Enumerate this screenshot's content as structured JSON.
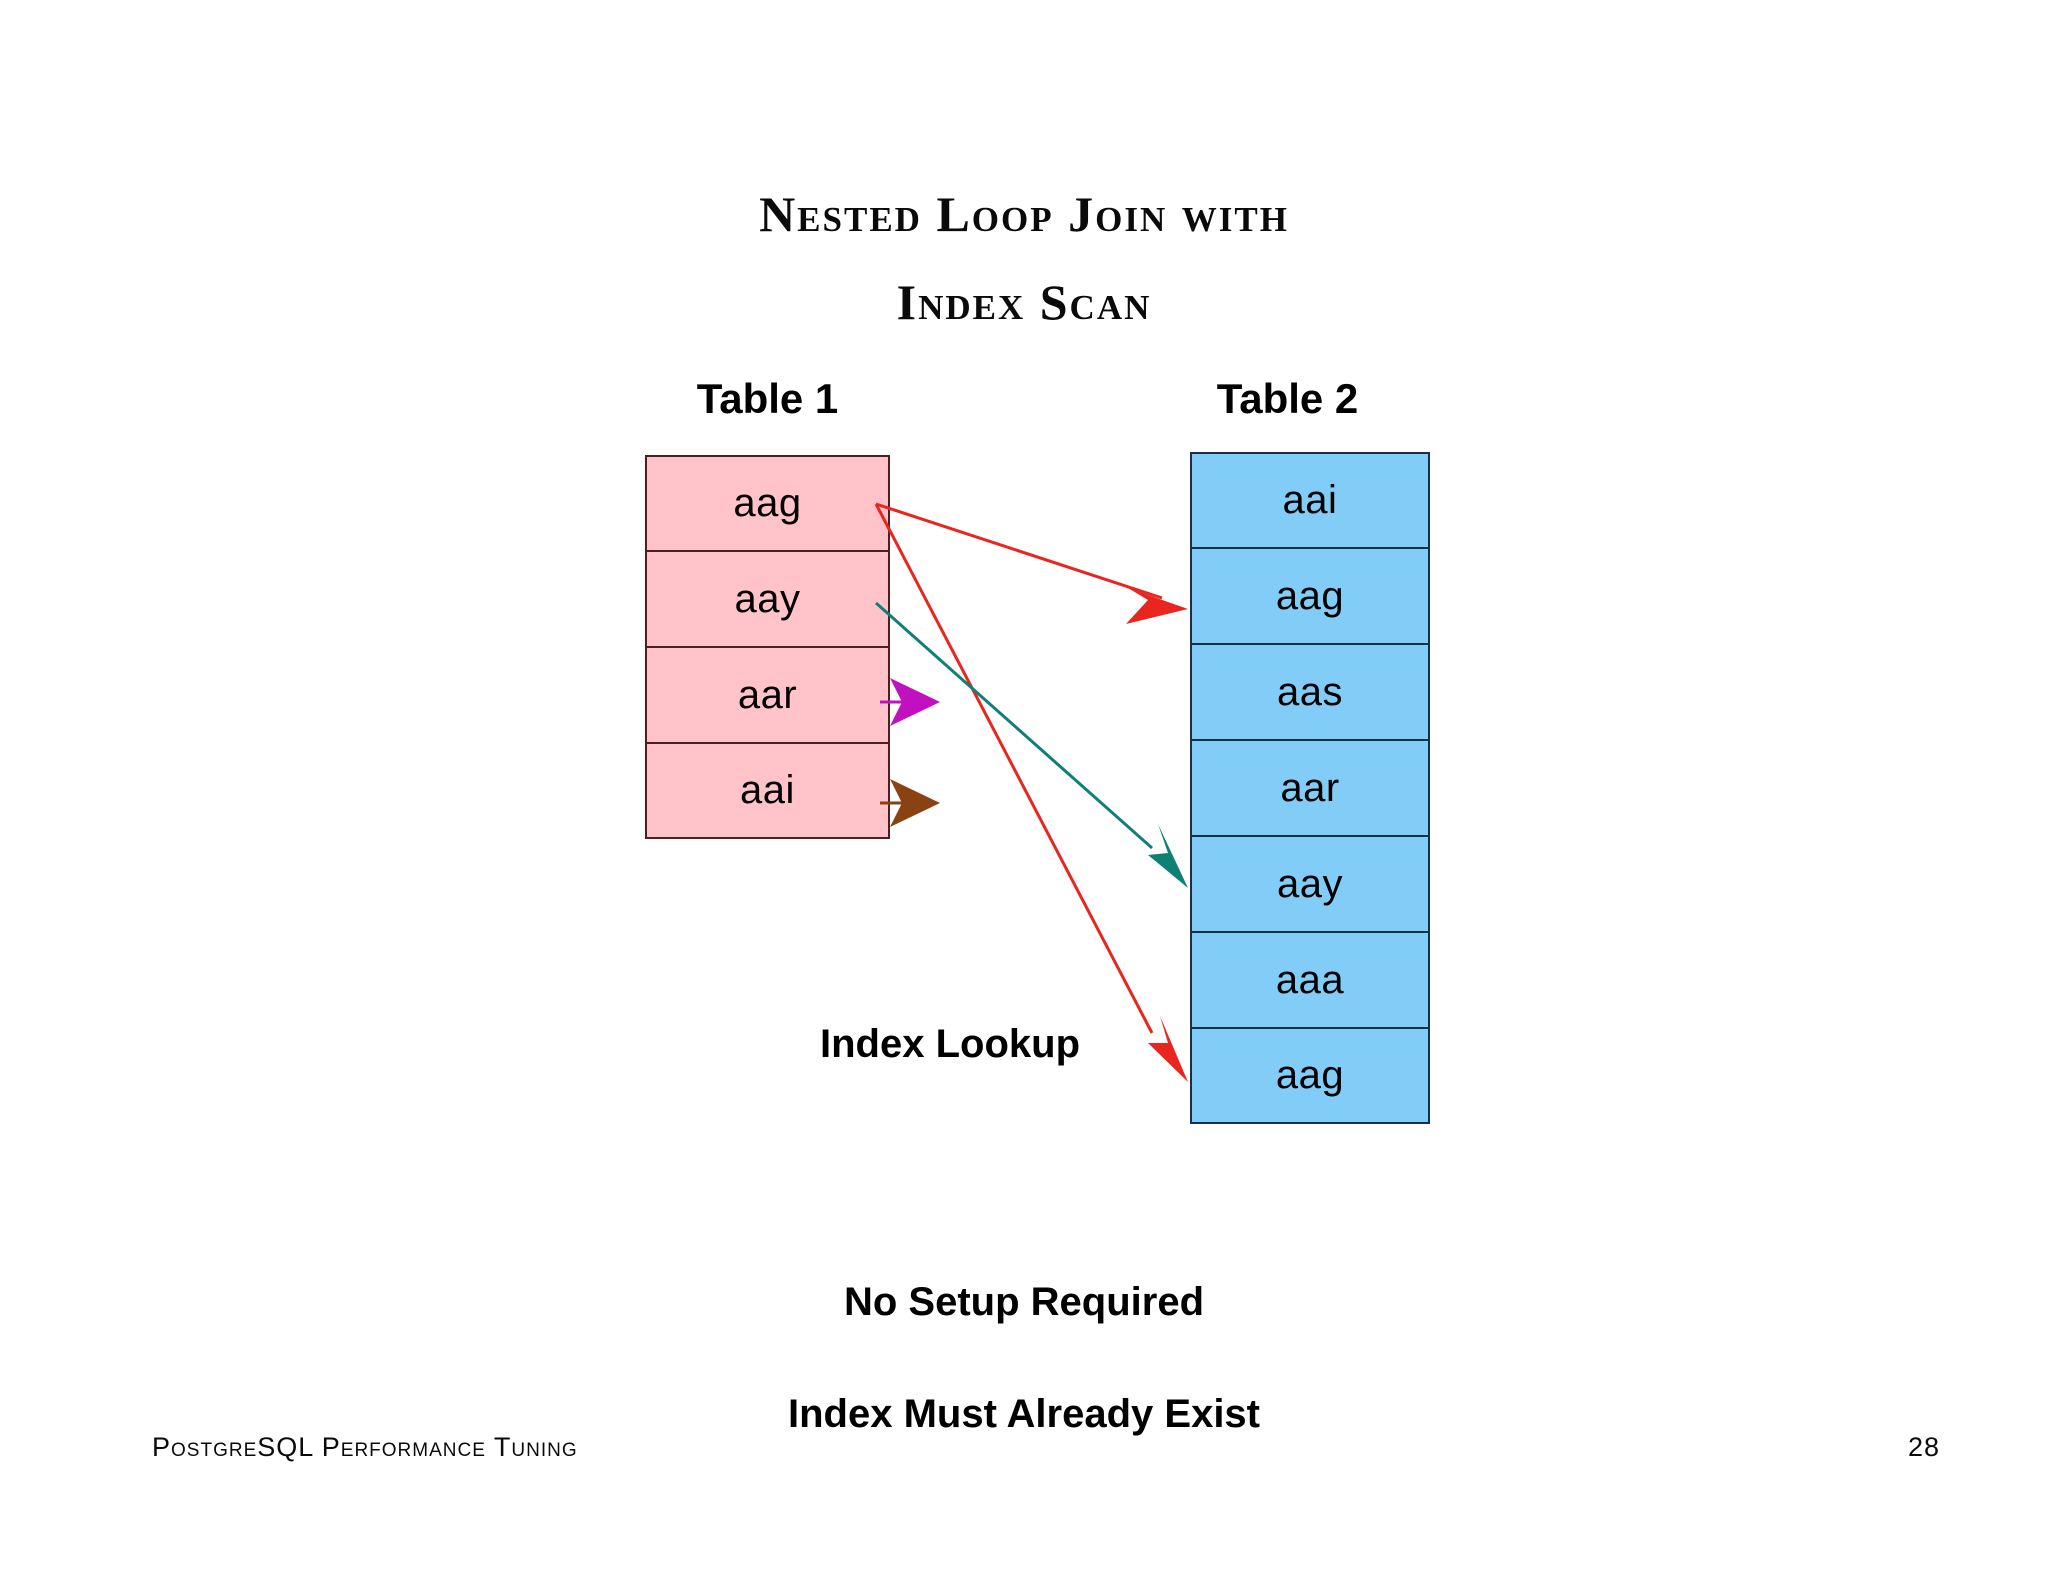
{
  "slide": {
    "title_lines": [
      "Nested Loop Join with",
      "Index Scan"
    ],
    "background": "#ffffff"
  },
  "tables": [
    {
      "id": "table-1",
      "heading": "Table 1",
      "fill": "#ffc3c9",
      "border": "#4d2020",
      "rows": [
        "aag",
        "aay",
        "aar",
        "aai"
      ]
    },
    {
      "id": "table-2",
      "heading": "Table 2",
      "fill": "#82ccf8",
      "border": "#16304a",
      "rows": [
        "aai",
        "aag",
        "aas",
        "aar",
        "aay",
        "aaa",
        "aag"
      ]
    }
  ],
  "arrows": [
    {
      "name": "arrow-aag-to-aag-row2",
      "color": "#e8251f",
      "from_table": "Table 1",
      "from_row": "aag",
      "to_table": "Table 2",
      "to_row": "aag"
    },
    {
      "name": "arrow-aag-to-aag-row7",
      "color": "#e8251f",
      "from_table": "Table 1",
      "from_row": "aag",
      "to_table": "Table 2",
      "to_row": "aag"
    },
    {
      "name": "arrow-aay-to-aay",
      "color": "#0e8076",
      "from_table": "Table 1",
      "from_row": "aay",
      "to_table": "Table 2",
      "to_row": "aay"
    },
    {
      "name": "arrow-aar-stub",
      "color": "#c010c0",
      "from_table": "Table 1",
      "from_row": "aar",
      "to_table": "",
      "to_row": ""
    },
    {
      "name": "arrow-aai-stub",
      "color": "#8b4212",
      "from_table": "Table 1",
      "from_row": "aai",
      "to_table": "",
      "to_row": ""
    }
  ],
  "labels": {
    "index_lookup": "Index Lookup",
    "caption_no_setup": "No Setup Required",
    "caption_index_exists": "Index Must Already Exist"
  },
  "footer": {
    "text": "PostgreSQL Performance Tuning",
    "page_number": "28"
  }
}
